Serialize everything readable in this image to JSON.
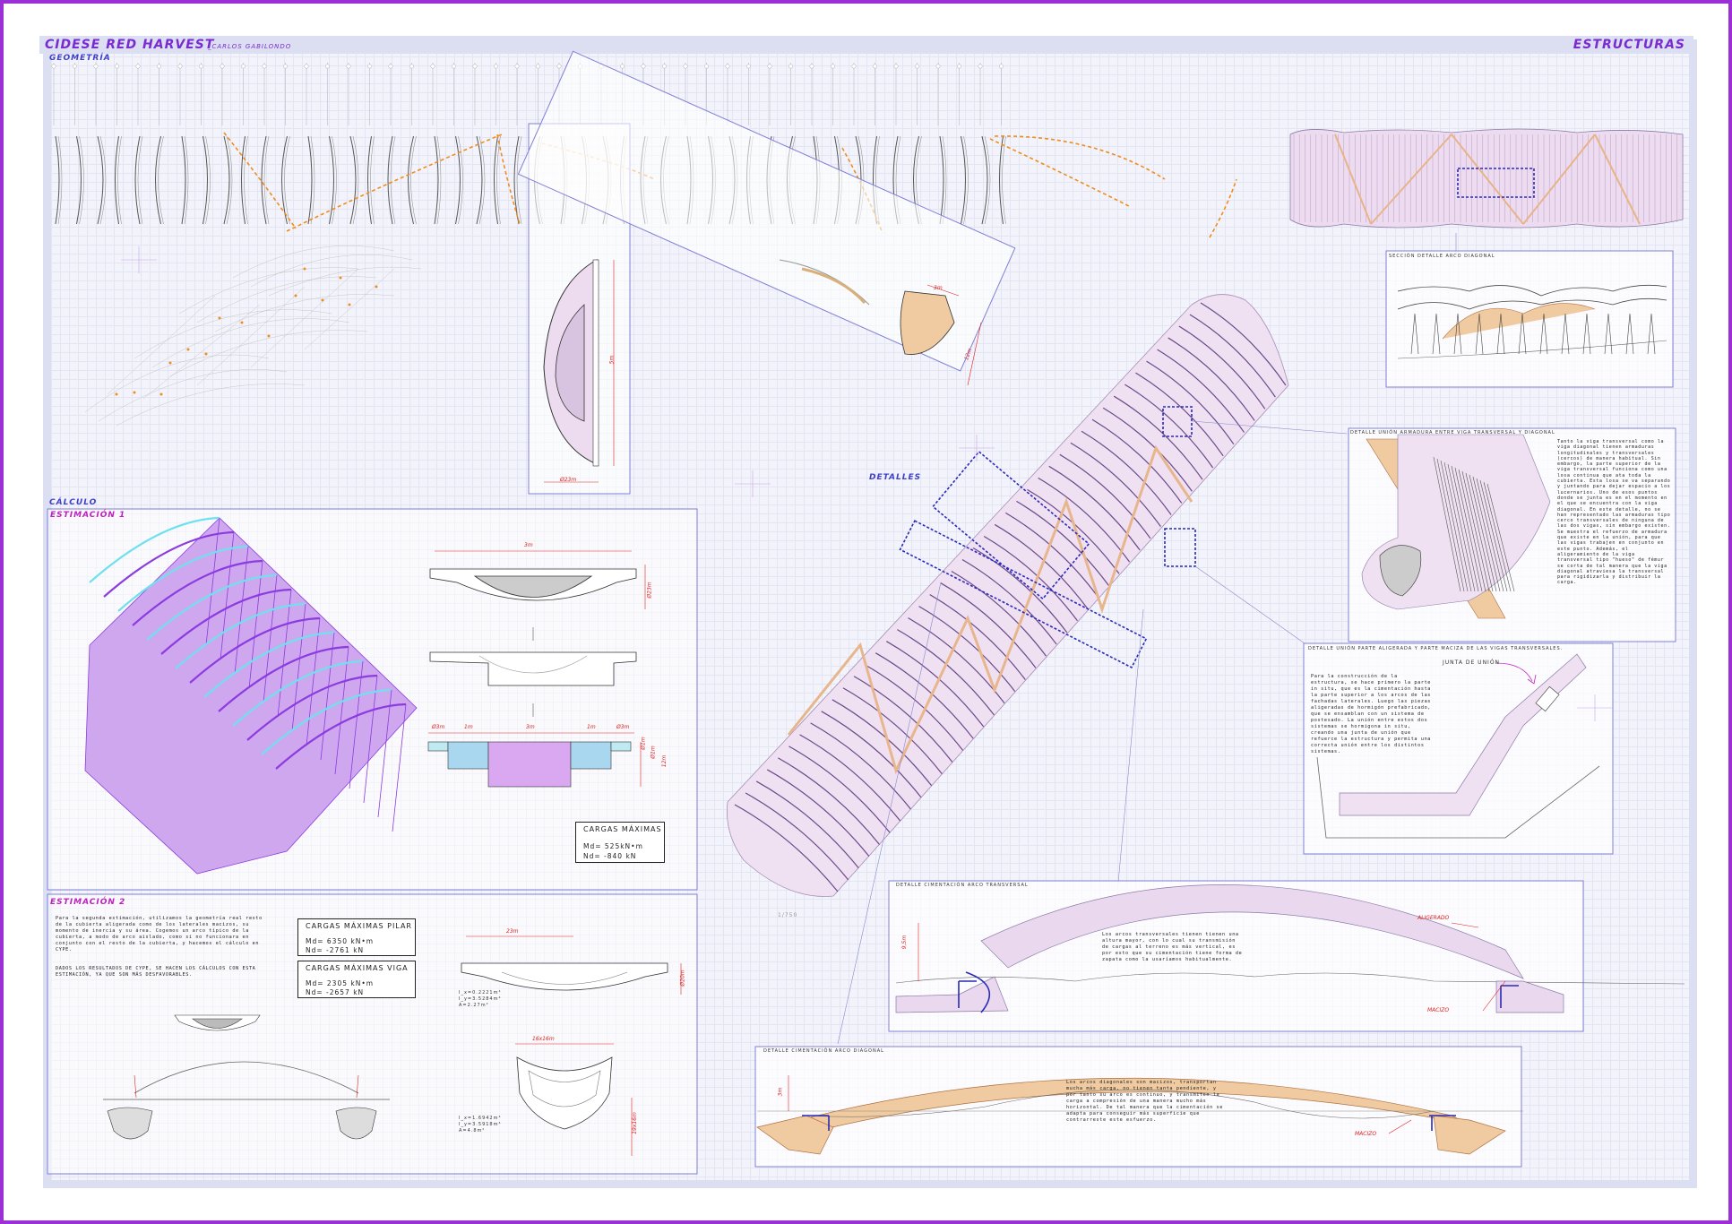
{
  "header": {
    "title": "CIDESE RED HARVEST",
    "author": "_CARLOS GABILONDO",
    "section": "ESTRUCTURAS"
  },
  "sections": {
    "geometry": "GEOMETRÍA",
    "details": "DETALLES",
    "calculation": "CÁLCULO",
    "estimate1": "ESTIMACIÓN 1",
    "estimate2": "ESTIMACIÓN 2"
  },
  "scale_label": "1/750",
  "geometry_dims": {
    "height": "5m",
    "base": "Ø23m",
    "section_w": "3m",
    "section_h": "12m"
  },
  "estimate1": {
    "dims": [
      "3m",
      "Ø23m",
      "Ø3m",
      "1m",
      "3m",
      "1m",
      "Ø3m",
      "Ø1m",
      "Ø1m",
      "12m"
    ],
    "loads_title": "CARGAS MÁXIMAS",
    "md": "Md= 525kN•m",
    "nd": "Nd= -840 kN"
  },
  "estimate2": {
    "text1": "Para la segunda estimación, utilizamos la geometría real resto de la cubierta aligerada como de los laterales macizos, su momento de inercia y su área. Cogemos un arco típico de la cubierta, a modo de arco aislado, como si no funcionara en conjunto con el resto de la cubierta, y hacemos el cálculo en CYPE.",
    "text2": "DADOS LOS RESULTADOS DE CYPE, SE HACEN LOS CÁLCULOS CON ESTA ESTIMACIÓN, YA QUE SON MÁS DESFAVORABLES.",
    "pilar": {
      "title": "CARGAS MÁXIMAS PILAR",
      "md": "Md= 6350 kN•m",
      "nd": "Nd= -2761 kN"
    },
    "viga": {
      "title": "CARGAS MÁXIMAS VIGA",
      "md": "Md= 2305 kN•m",
      "nd": "Nd= -2657 kN"
    },
    "dim_top": "23m",
    "dim_mid": "16x16m",
    "dim_right": "Ø20m",
    "dim_right2": "19x16m",
    "props1": [
      "I_x=0.2221m⁴",
      "I_y=3.5284m⁴",
      "A=2.27m²"
    ],
    "props2": [
      "I_x=1.6942m⁴",
      "I_y=3.5918m⁴",
      "A=4.8m²"
    ]
  },
  "detail_diag": {
    "title": "SECCIÓN DETALLE ARCO DIAGONAL"
  },
  "detail_union": {
    "title": "DETALLE UNIÓN ARMADURA ENTRE VIGA TRANSVERSAL Y DIAGONAL",
    "text": "Tanto la viga transversal como la viga diagonal tienen armaduras longitudinales y transversales (cercos) de manera habitual. Sin embargo, la parte superior de la viga transversal funciona como una losa continua que ata toda la cubierta. Esta losa se va separando y juntando para dejar espacio a los lucernarios. Uno de esos puntos donde se junta es en el momento en el que se encuentra con la viga diagonal. En este detalle, no se han representado las armaduras tipo cerco transversales de ninguna de las dos vigas, sin embargo existen. Se muestra el refuerzo de armadura que existe en la unión, para que las vigas trabajen en conjunto en este punto. Además, el aligeramiento de la viga transversal tipo \"hueso\" de fémur se corta de tal manera que la viga diagonal atraviesa la transversal para rigidizarla y distribuir la carga."
  },
  "detail_junta": {
    "title": "DETALLE UNIÓN PARTE ALIGERADA Y PARTE MACIZA DE LAS VIGAS TRANSVERSALES.",
    "label": "JUNTA DE UNIÓN",
    "text": "Para la construcción de la estructura, se hace primero la parte in situ, que es la cimentación hasta la parte superior a los arcos de las fachadas laterales. Luego las piezas aligeradas de hormigón prefabricado, que se ensamblan con un sistema de postesado. La unión entre estos dos sistemas se hormigona in situ, creando una junta de unión que refuerce la estructura y permita una correcta unión entre los distintos sistemas."
  },
  "detail_transversal": {
    "title": "DETALLE CIMENTACIÓN ARCO TRANSVERSAL",
    "text": "Los arcos transversales tienen tienen una altura mayor, con lo cual su transmisión de cargas al terreno es más vertical, es por esto que su cimentación tiene forma de zapata como la usaríamos habitualmente.",
    "aligerado": "ALIGERADO",
    "macizo": "MACIZO",
    "dim": "9,5m"
  },
  "detail_diagonal": {
    "title": "DETALLE CIMENTACIÓN ARCO DIAGONAL",
    "text": "Los arcos diagonales son macizos, transportan mucha más carga, no tienen tanta pendiente, y por tanto su arco es continuo, y transmiten la carga a compresión de una manera mucho más horizontal. De tal manera que la cimentación se adapta para conseguir más superficie que contrarreste este esfuerzo.",
    "macizo": "MACIZO",
    "dim": "3m"
  },
  "colors": {
    "border": "#9b30d6",
    "accent": "#7a2bd0",
    "blue": "#3f3fcc",
    "orange": "#f08c1e",
    "pink": "#e7d3ec",
    "cyan": "#7fe7ef"
  }
}
